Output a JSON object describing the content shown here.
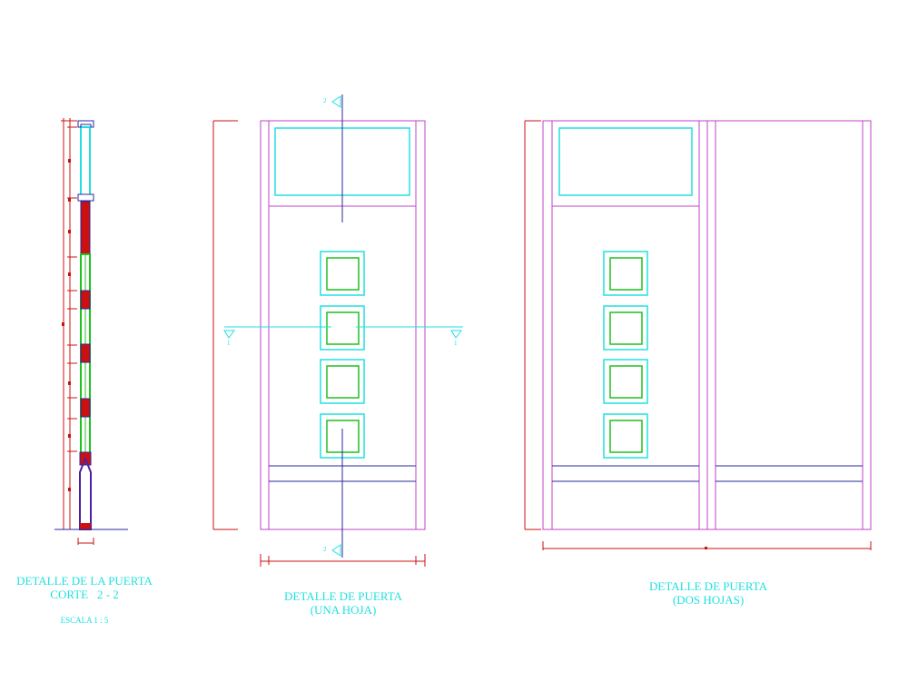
{
  "section_view": {
    "title": "DETALLE DE LA PUERTA",
    "subtitle": "CORTE   2 - 2",
    "scale": "ESCALA 1 : 5"
  },
  "single_door": {
    "title": "DETALLE DE PUERTA",
    "subtitle": "(UNA HOJA)",
    "section_mark_vertical": "2",
    "section_mark_horizontal": "1"
  },
  "double_door": {
    "title": "DETALLE DE PUERTA",
    "subtitle": "(DOS HOJAS)"
  },
  "colors": {
    "frame": "#c040c8",
    "glass": "#22e0e0",
    "panel": "#20c020",
    "line": "#2a2aa0",
    "dimension": "#cc1010"
  }
}
